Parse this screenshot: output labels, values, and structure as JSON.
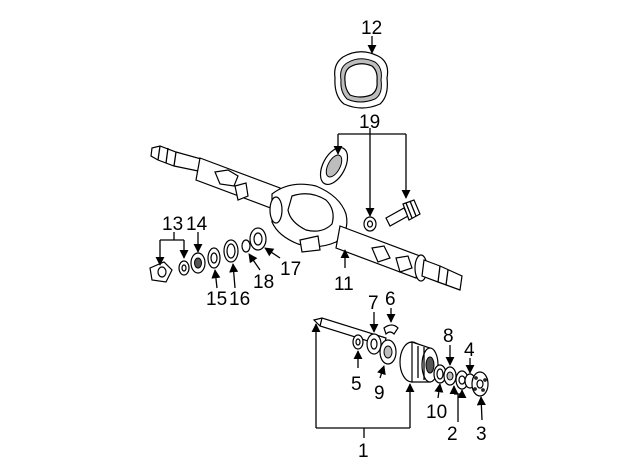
{
  "diagram": {
    "callouts": [
      {
        "id": "1",
        "text": "1"
      },
      {
        "id": "2",
        "text": "2"
      },
      {
        "id": "3",
        "text": "3"
      },
      {
        "id": "4",
        "text": "4"
      },
      {
        "id": "5",
        "text": "5"
      },
      {
        "id": "6",
        "text": "6"
      },
      {
        "id": "7",
        "text": "7"
      },
      {
        "id": "8",
        "text": "8"
      },
      {
        "id": "9",
        "text": "9"
      },
      {
        "id": "10",
        "text": "10"
      },
      {
        "id": "11",
        "text": "11"
      },
      {
        "id": "12",
        "text": "12"
      },
      {
        "id": "13",
        "text": "13"
      },
      {
        "id": "14",
        "text": "14"
      },
      {
        "id": "15",
        "text": "15"
      },
      {
        "id": "16",
        "text": "16"
      },
      {
        "id": "17",
        "text": "17"
      },
      {
        "id": "18",
        "text": "18"
      },
      {
        "id": "19",
        "text": "19"
      }
    ],
    "colors": {
      "line": "#000000",
      "fill": "#ffffff",
      "shade": "#bdbdbd"
    }
  }
}
